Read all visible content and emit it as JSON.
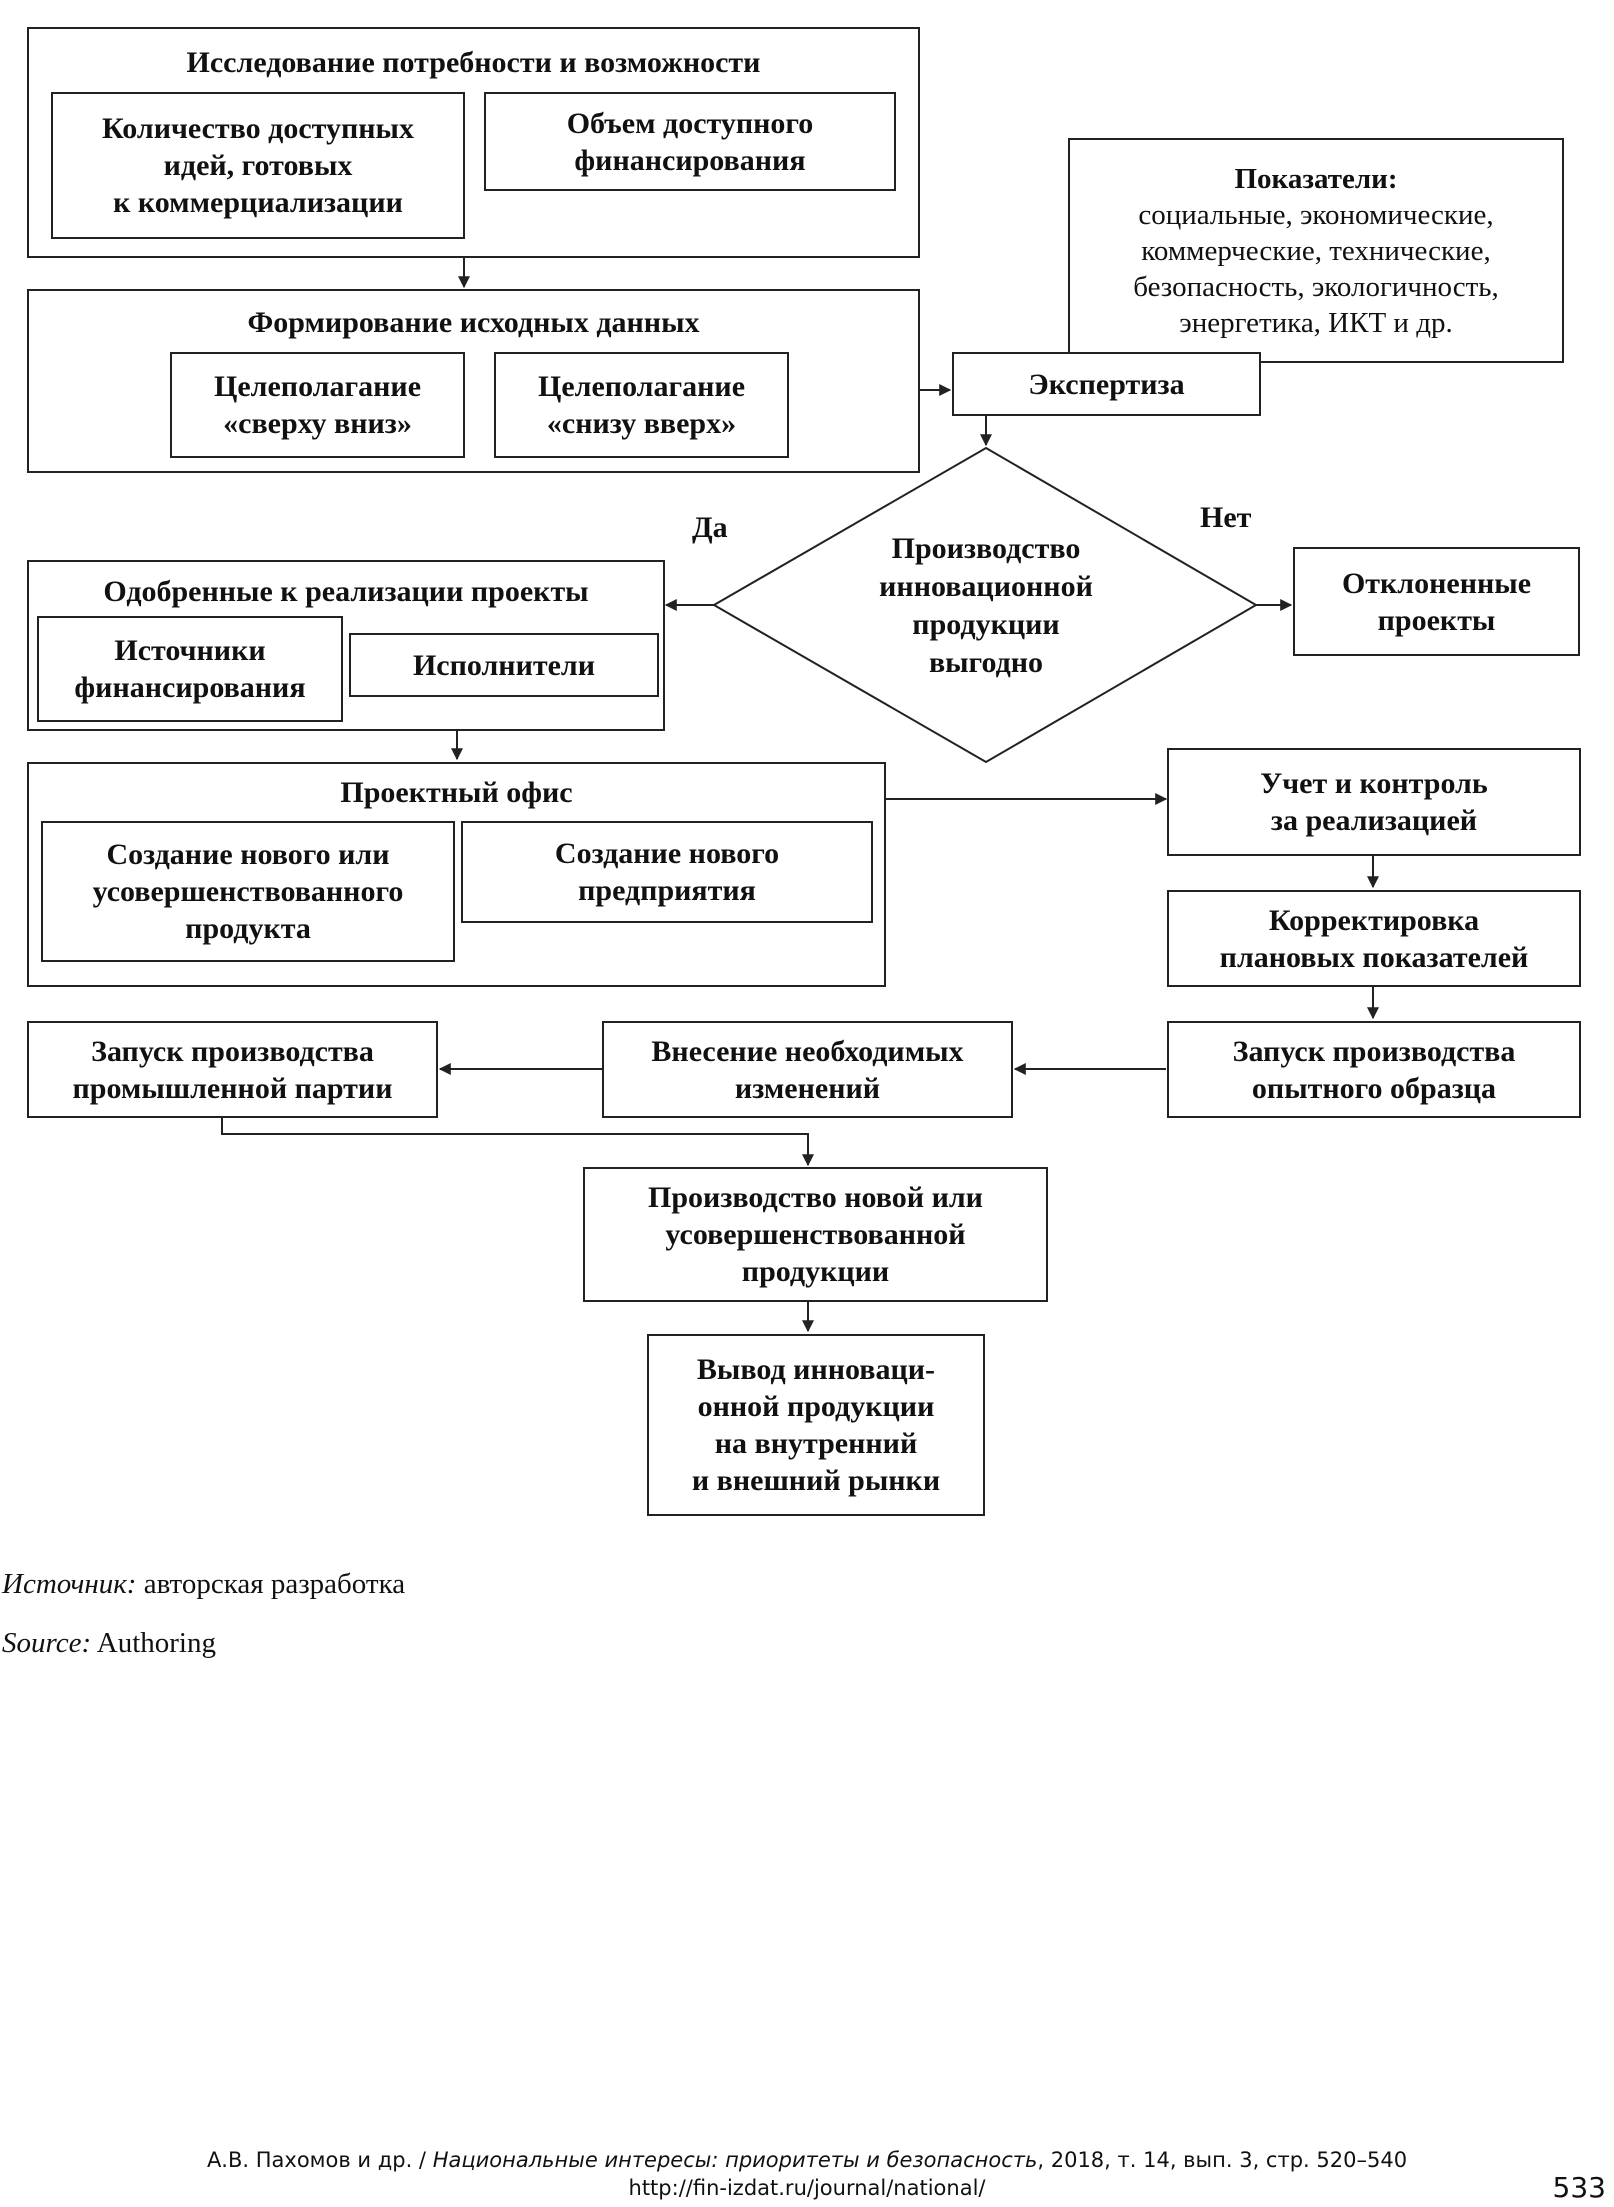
{
  "research": {
    "title": "Исследование потребности и возможности",
    "ideas": "Количество доступных\nидей, готовых\nк коммерциализации",
    "funding": "Объем доступного\nфинансирования"
  },
  "initial_data": {
    "title": "Формирование исходных данных",
    "top_down": "Целеполагание\n«сверху вниз»",
    "bottom_up": "Целеполагание\n«снизу вверх»"
  },
  "indicators": {
    "title": "Показатели:",
    "body": "социальные, экономические,\nкоммерческие, технические,\nбезопасность, экологичность,\nэнергетика, ИКТ и др."
  },
  "expertise": "Экспертиза",
  "decision": {
    "text": "Производство\nинновационной\nпродукции\nвыгодно",
    "yes_label": "Да",
    "no_label": "Нет"
  },
  "rejected": "Отклоненные\nпроекты",
  "approved": {
    "title": "Одобренные к реализации проекты",
    "sources": "Источники\nфинансирования",
    "executors": "Исполнители"
  },
  "project_office": {
    "title": "Проектный офис",
    "new_product": "Создание нового или\nусовершенствованного\nпродукта",
    "new_enterprise": "Создание нового\nпредприятия"
  },
  "control": "Учет и контроль\nза реализацией",
  "correction": "Корректировка\nплановых показателей",
  "prototype": "Запуск производства\nопытного образца",
  "changes": "Внесение необходимых\nизменений",
  "industrial": "Запуск производства\nпромышленной партии",
  "production": "Производство новой или\nусовершенствованной\nпродукции",
  "market": "Вывод инноваци-\nонной продукции\nна внутренний\nи внешний рынки",
  "source_ru": {
    "label": "Источник:",
    "text": " авторская разработка"
  },
  "source_en": {
    "label": "Source:",
    "text": " Authoring"
  },
  "footer": {
    "authors": "А.В. Пахомов и др. / ",
    "journal": "Национальные интересы: приоритеты и безопасность",
    "details": ", 2018, т. 14, вып. 3, стр. 520–540",
    "url": "http://fin-izdat.ru/journal/national/",
    "page_number": "533"
  }
}
